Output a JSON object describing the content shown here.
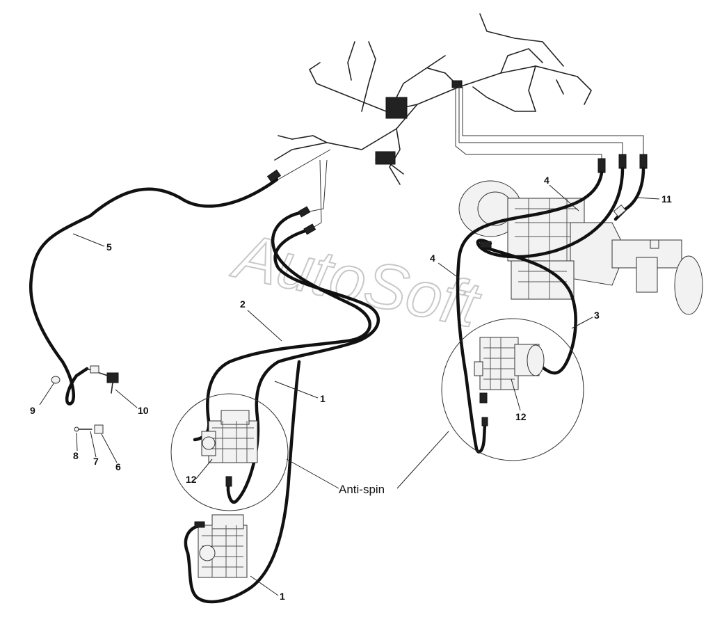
{
  "watermark": "AutoSoft",
  "note_label": "Anti-spin",
  "callouts": [
    {
      "id": "c1a",
      "text": "1"
    },
    {
      "id": "c1b",
      "text": "1"
    },
    {
      "id": "c2",
      "text": "2"
    },
    {
      "id": "c3",
      "text": "3"
    },
    {
      "id": "c4a",
      "text": "4"
    },
    {
      "id": "c4b",
      "text": "4"
    },
    {
      "id": "c5",
      "text": "5"
    },
    {
      "id": "c6",
      "text": "6"
    },
    {
      "id": "c7",
      "text": "7"
    },
    {
      "id": "c8",
      "text": "8"
    },
    {
      "id": "c9",
      "text": "9"
    },
    {
      "id": "c10",
      "text": "10"
    },
    {
      "id": "c11",
      "text": "11"
    },
    {
      "id": "c12a",
      "text": "12"
    },
    {
      "id": "c12b",
      "text": "12"
    }
  ]
}
